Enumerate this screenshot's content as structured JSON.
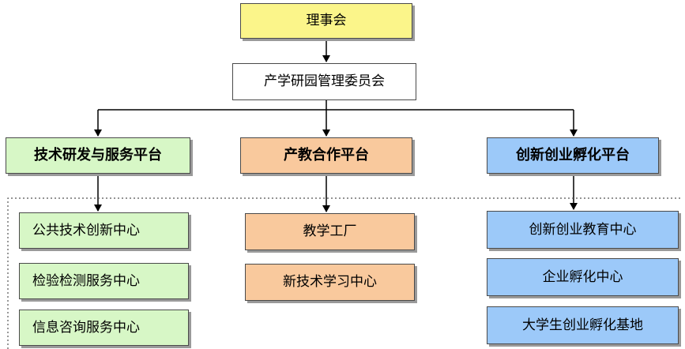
{
  "chart_data": {
    "type": "diagram",
    "root": "理事会",
    "committee": "产学研园管理委员会",
    "platforms": [
      {
        "name": "技术研发与服务平台",
        "color": "#d7f7c6",
        "centers": [
          "公共技术创新中心",
          "检验检测服务中心",
          "信息咨询服务中心"
        ]
      },
      {
        "name": "产教合作平台",
        "color": "#f9c99d",
        "centers": [
          "教学工厂",
          "新技术学习中心"
        ]
      },
      {
        "name": "创新创业孵化平台",
        "color": "#9cc9f9",
        "centers": [
          "创新创业教育中心",
          "企业孵化中心",
          "大学生创业孵化基地"
        ]
      }
    ]
  },
  "colors": {
    "root": "#fbf58a",
    "committee": "#ffffff",
    "border": "#4a4a4a",
    "shadow": "#9a9a9a"
  }
}
